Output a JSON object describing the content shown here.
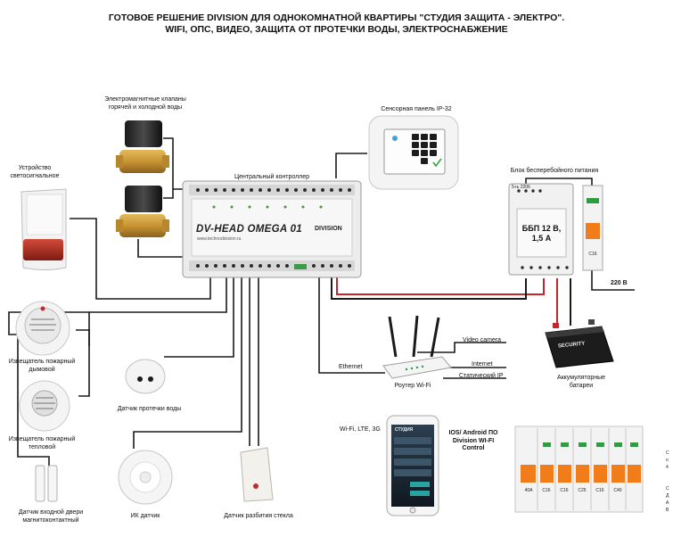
{
  "title": {
    "line1": "ГОТОВОЕ РЕШЕНИЕ DIVISION ДЛЯ ОДНОКОМНАТНОЙ КВАРТИРЫ   \"СТУДИЯ ЗАЩИТА - ЭЛЕКТРО\".",
    "line2": "WIFI, ОПС, ВИДЕО, ЗАЩИТА ОТ ПРОТЕЧКИ ВОДЫ, ЭЛЕКТРОСНАБЖЕНИЕ"
  },
  "labels": {
    "valves": "Электромагнитные клапаны горячей и холодной воды",
    "siren": "Устройство светосигнальное",
    "touch_panel": "Сенсорная панель IP-32",
    "controller": "Центральный контроллер",
    "ups_block": "Блок бесперебойного питания",
    "smoke": "Извещатель пожарный дымовой",
    "heat": "Извещатель пожарный тепловой",
    "leak": "Датчик протечки воды",
    "door": "Датчик входной двери магнитоконтактный",
    "ir": "ИК датчик",
    "glass": "Датчик разбития стекла",
    "router": "Роутер Wi-Fi",
    "battery": "Аккумуляторные батареи",
    "ethernet": "Ethernet",
    "video": "Video camera",
    "internet": "Internet",
    "static_ip": "Статический IP",
    "wifi_lte": "Wi-Fi, LTE, 3G",
    "app": "IOS/ Android         ПО Division WI-FI Control",
    "v220": "220 В"
  },
  "controller": {
    "model": "DV-HEAD OMEGA 01",
    "brand": "DIVISION",
    "site": "www.technodivision.ru"
  },
  "ups": {
    "text1": "ББП 12 В,",
    "text2": "1,5 А",
    "top_mark": "5+ь 2206",
    "breaker_mark": "C16"
  },
  "battery": {
    "brand": "SECURITY"
  },
  "phone": {
    "header": "СТУДИЯ"
  },
  "breakers": {
    "ratings": [
      "40A",
      "C16",
      "C16",
      "C25",
      "C16",
      "C40"
    ]
  },
  "right_edge": {
    "lines": [
      "С",
      "о",
      "4",
      "С",
      "Д",
      "А",
      "В"
    ]
  },
  "colors": {
    "wire": "#1a1a1a",
    "power_red": "#c0282d",
    "breaker_orange": "#f07d1a",
    "green": "#2e9e3e"
  }
}
